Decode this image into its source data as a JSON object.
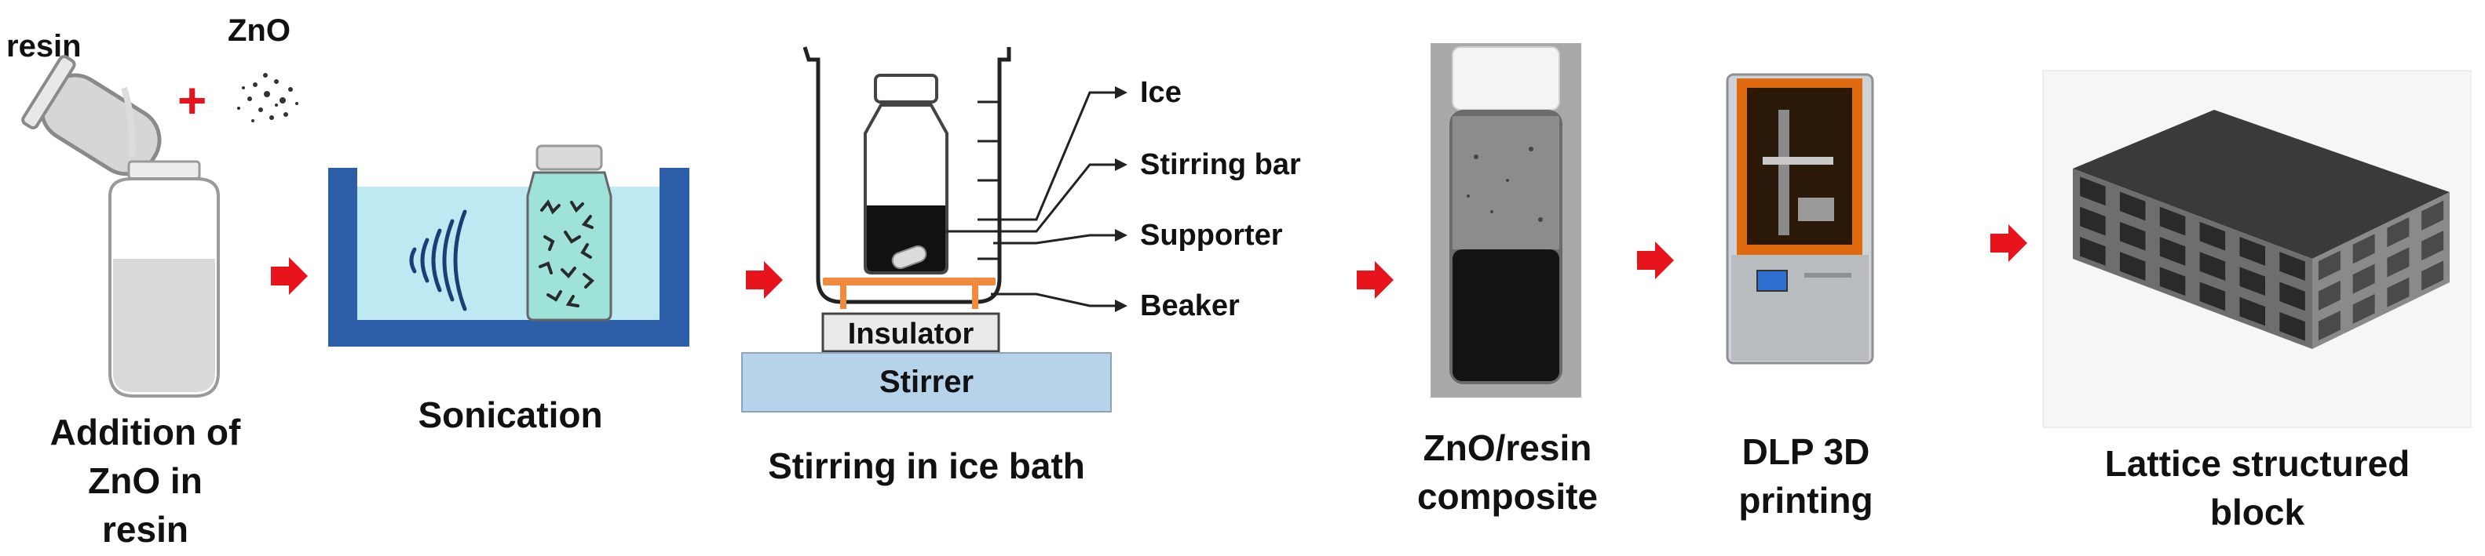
{
  "steps": {
    "addition": {
      "reagent_resin": "resin",
      "reagent_zno": "ZnO",
      "plus": "+",
      "caption_line1": "Addition of",
      "caption_line2": "ZnO in resin"
    },
    "sonication": {
      "caption": "Sonication"
    },
    "stirring": {
      "caption": "Stirring in ice bath",
      "labels": {
        "ice": "Ice",
        "stirring_bar": "Stirring bar",
        "supporter": "Supporter",
        "beaker": "Beaker"
      },
      "insulator": "Insulator",
      "stirrer": "Stirrer"
    },
    "composite": {
      "caption_line1": "ZnO/resin",
      "caption_line2": "composite"
    },
    "printing": {
      "caption": "DLP 3D printing"
    },
    "lattice": {
      "caption_line1": "Lattice structured",
      "caption_line2": "block"
    }
  },
  "colors": {
    "arrow": "#e8141b",
    "water": "#bfe9f2",
    "bath_wall": "#2c5fa8",
    "supporter": "#f08a3c",
    "stirrer": "#b7d3ea"
  }
}
